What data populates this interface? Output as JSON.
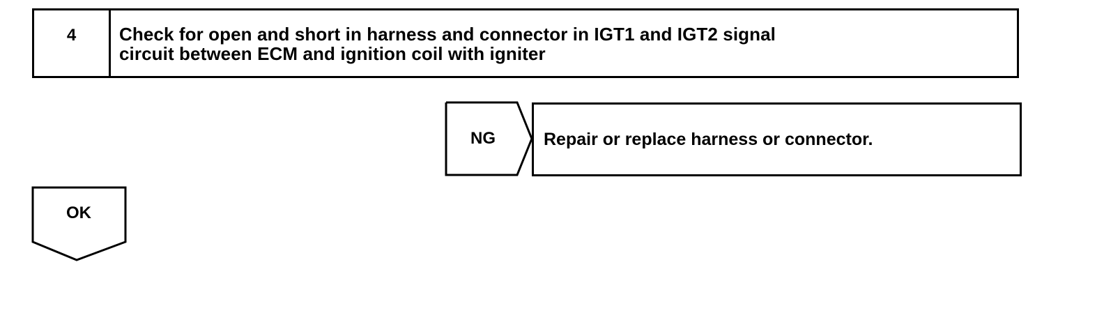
{
  "step": {
    "number": "4",
    "title_line1": "Check for open and short in harness and connector in IGT1 and IGT2 signal",
    "title_line2": "circuit between ECM and ignition coil with igniter"
  },
  "ng_branch": {
    "label": "NG",
    "action": "Repair or replace harness or connector."
  },
  "ok_branch": {
    "label": "OK"
  }
}
